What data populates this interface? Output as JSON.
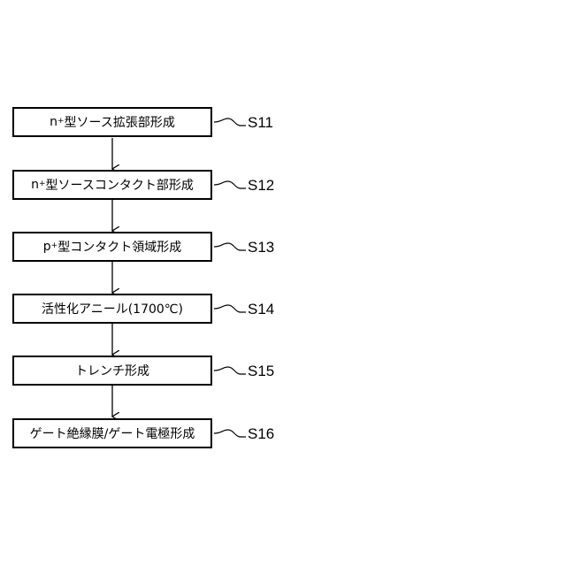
{
  "steps": [
    {
      "text_pre": "n",
      "text_sup": "+",
      "text_post": "型ソース拡張部形成",
      "label": "S11"
    },
    {
      "text_pre": "n",
      "text_sup": "+",
      "text_post": "型ソースコンタクト部形成",
      "label": "S12"
    },
    {
      "text_pre": "p",
      "text_sup": "+",
      "text_post": "型コンタクト領域形成",
      "label": "S13"
    },
    {
      "text_pre": "活性化アニール(1700℃)",
      "text_sup": "",
      "text_post": "",
      "label": "S14"
    },
    {
      "text_pre": "トレンチ形成",
      "text_sup": "",
      "text_post": "",
      "label": "S15"
    },
    {
      "text_pre": "ゲート絶縁膜/ゲート電極形成",
      "text_sup": "",
      "text_post": "",
      "label": "S16"
    }
  ]
}
